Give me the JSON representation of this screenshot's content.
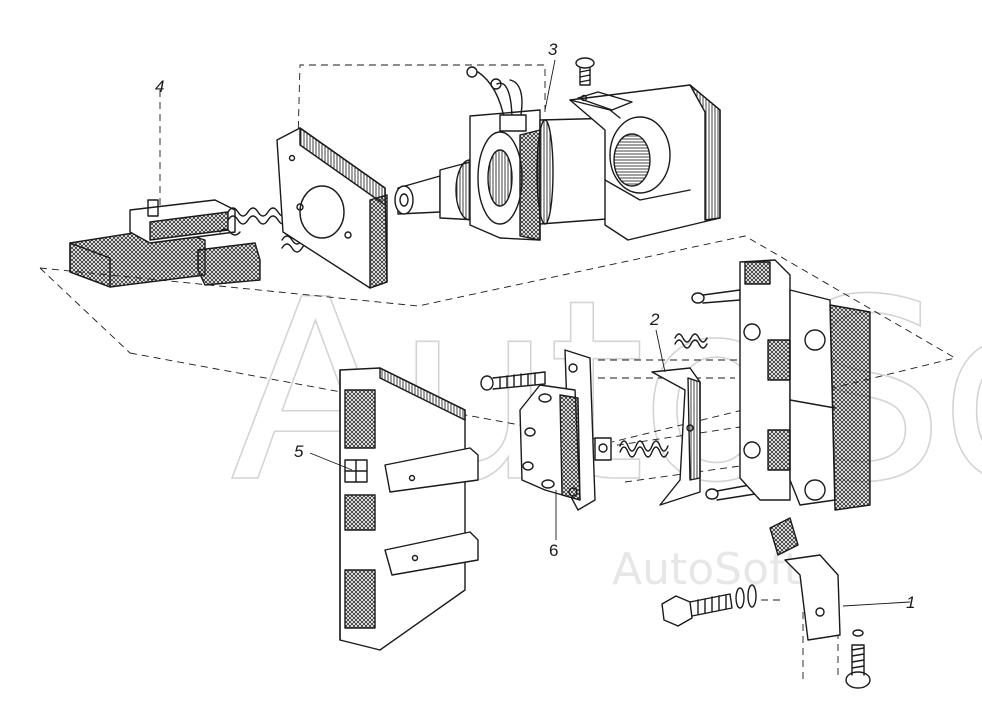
{
  "watermark": {
    "large": "AutoSoft",
    "small": "AutoSoft"
  },
  "callouts": [
    {
      "id": "1",
      "text": "1"
    },
    {
      "id": "2",
      "text": "2"
    },
    {
      "id": "3",
      "text": "3"
    },
    {
      "id": "4",
      "text": "4"
    },
    {
      "id": "5",
      "text": "5"
    },
    {
      "id": "6",
      "text": "6"
    }
  ],
  "colors": {
    "ink": "#1a1a1a",
    "hatch": "#2a2a2a",
    "watermark": "#d4d4d4",
    "paper": "#ffffff"
  }
}
